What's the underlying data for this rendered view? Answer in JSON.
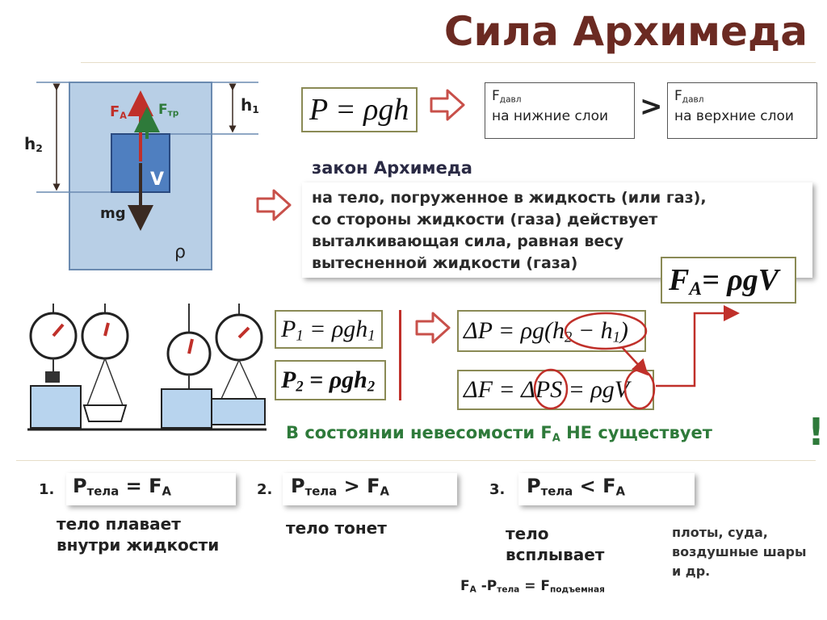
{
  "title": "Сила Архимеда",
  "diagram": {
    "h2": "h",
    "h2_sub": "2",
    "h1": "h",
    "h1_sub": "1",
    "fa": "F",
    "fa_sub": "A",
    "ftr": "F",
    "ftr_sub": "тр",
    "v": "V",
    "mg": "mg",
    "rho": "ρ"
  },
  "pressure_formula": "P = ρgh",
  "f_lower": {
    "symbol": "F",
    "sub": "давл",
    "text": "на нижние слои"
  },
  "compare_sign": ">",
  "f_upper": {
    "symbol": "F",
    "sub": "давл",
    "text": "на верхние слои"
  },
  "law": {
    "heading": "закон Архимеда",
    "lines": [
      "на тело, погруженное в жидкость (или газ),",
      "со стороны жидкости (газа) действует",
      "выталкивающая сила, равная весу",
      "вытесненной жидкости (газа)"
    ]
  },
  "fa_formula": {
    "left": "F",
    "sub": "A",
    "right": "= ρgV"
  },
  "p1": {
    "main": "P",
    "sub": "1",
    "rest": " = ρgh",
    "sub2": "1"
  },
  "p2": {
    "main": "P",
    "sub": "2",
    "rest": " = ρgh",
    "sub2": "2"
  },
  "delta_p": {
    "text": "ΔP = ρg(h",
    "sub": "2",
    "mid": " − h",
    "sub2": "1",
    "end": ")"
  },
  "delta_f": "ΔF = ΔPS = ρgV",
  "weightless": {
    "text": "В состоянии невесомости F",
    "sub": "A",
    "end": " НЕ существует",
    "mark": "!"
  },
  "cases": [
    {
      "num": "1.",
      "p": "P",
      "psub": "тела",
      "op": " = F",
      "fsub": "A",
      "desc": [
        "тело плавает",
        "внутри жидкости"
      ]
    },
    {
      "num": "2.",
      "p": "P",
      "psub": "тела",
      "op": " > F",
      "fsub": "A",
      "desc": [
        "тело тонет"
      ]
    },
    {
      "num": "3.",
      "p": "P",
      "psub": "тела",
      "op": " < F",
      "fsub": "A",
      "desc": [
        "тело",
        "всплывает"
      ]
    }
  ],
  "examples": [
    "плоты, суда,",
    "воздушные шары",
    "и др."
  ],
  "lift": {
    "a": "F",
    "asub": "A",
    "b": " -P",
    "bsub": "тела",
    "c": " = F",
    "csub": "подъемная"
  },
  "colors": {
    "title": "#6b2a22",
    "liquid": "#b8cfe6",
    "body": "#4f7fc0",
    "accent_red": "#c0302a",
    "green": "#2e7a3a",
    "frame": "#8a8a55"
  }
}
